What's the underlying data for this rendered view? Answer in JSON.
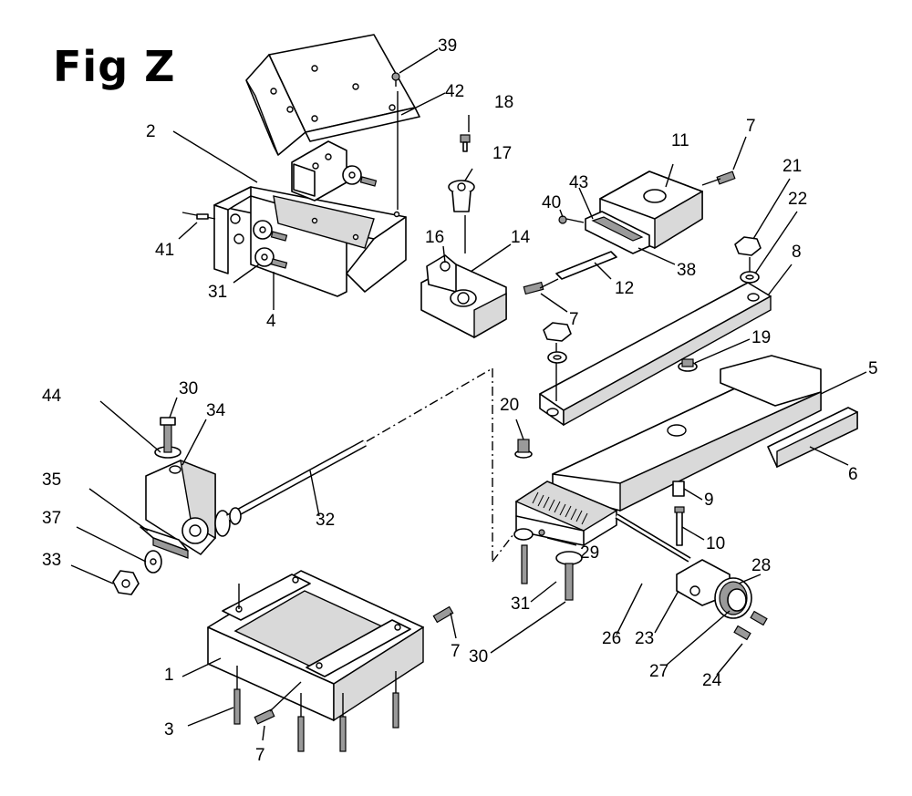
{
  "figure": {
    "title": "Fig Z"
  },
  "callouts": [
    {
      "id": "39",
      "label": "39"
    },
    {
      "id": "42",
      "label": "42"
    },
    {
      "id": "18",
      "label": "18"
    },
    {
      "id": "2",
      "label": "2"
    },
    {
      "id": "17",
      "label": "17"
    },
    {
      "id": "7a",
      "label": "7"
    },
    {
      "id": "11",
      "label": "11"
    },
    {
      "id": "21",
      "label": "21"
    },
    {
      "id": "22",
      "label": "22"
    },
    {
      "id": "43",
      "label": "43"
    },
    {
      "id": "40",
      "label": "40"
    },
    {
      "id": "16",
      "label": "16"
    },
    {
      "id": "14",
      "label": "14"
    },
    {
      "id": "41",
      "label": "41"
    },
    {
      "id": "31a",
      "label": "31"
    },
    {
      "id": "4",
      "label": "4"
    },
    {
      "id": "8",
      "label": "8"
    },
    {
      "id": "38",
      "label": "38"
    },
    {
      "id": "12",
      "label": "12"
    },
    {
      "id": "7b",
      "label": "7"
    },
    {
      "id": "19",
      "label": "19"
    },
    {
      "id": "5",
      "label": "5"
    },
    {
      "id": "30a",
      "label": "30"
    },
    {
      "id": "44",
      "label": "44"
    },
    {
      "id": "34",
      "label": "34"
    },
    {
      "id": "20",
      "label": "20"
    },
    {
      "id": "6",
      "label": "6"
    },
    {
      "id": "35",
      "label": "35"
    },
    {
      "id": "32",
      "label": "32"
    },
    {
      "id": "9",
      "label": "9"
    },
    {
      "id": "37",
      "label": "37"
    },
    {
      "id": "10",
      "label": "10"
    },
    {
      "id": "29",
      "label": "29"
    },
    {
      "id": "33",
      "label": "33"
    },
    {
      "id": "28",
      "label": "28"
    },
    {
      "id": "31b",
      "label": "31"
    },
    {
      "id": "26",
      "label": "26"
    },
    {
      "id": "30b",
      "label": "30"
    },
    {
      "id": "23",
      "label": "23"
    },
    {
      "id": "27",
      "label": "27"
    },
    {
      "id": "7c",
      "label": "7"
    },
    {
      "id": "1",
      "label": "1"
    },
    {
      "id": "24",
      "label": "24"
    },
    {
      "id": "3",
      "label": "3"
    },
    {
      "id": "7d",
      "label": "7"
    }
  ]
}
